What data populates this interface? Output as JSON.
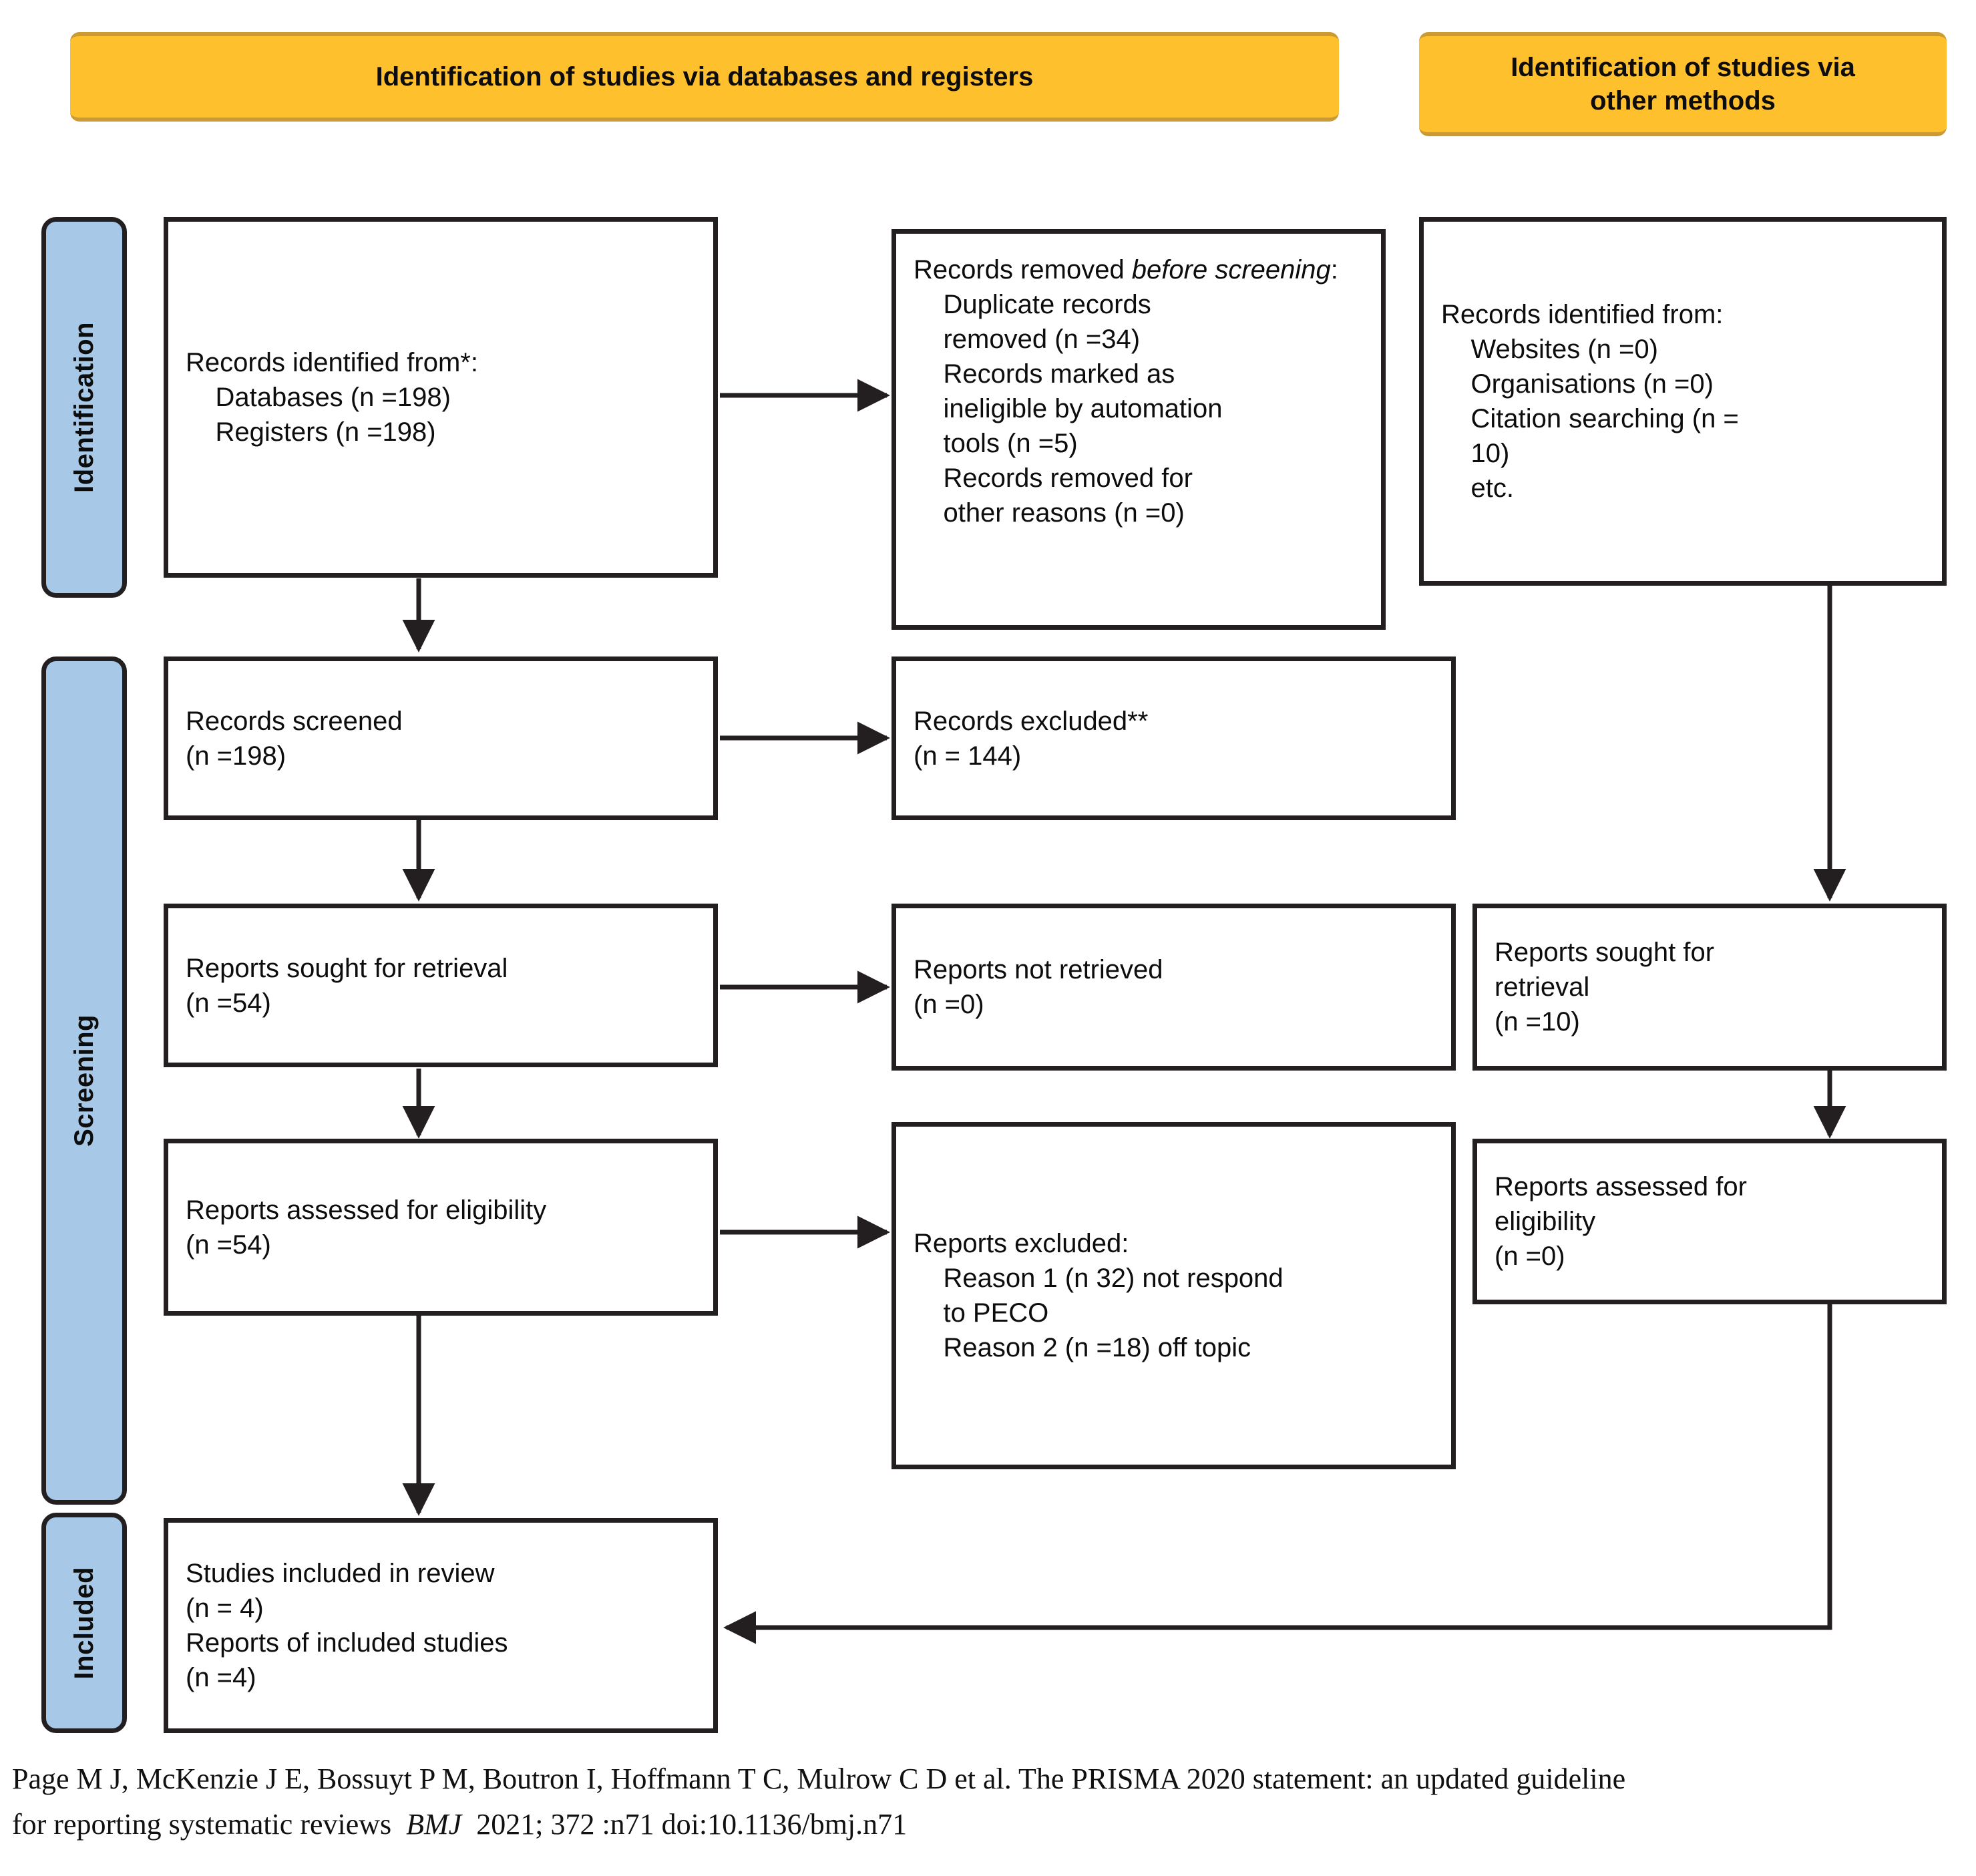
{
  "banners": {
    "databases": "Identification of studies via databases and registers",
    "other_methods": "Identification of studies via\nother methods"
  },
  "stages": [
    {
      "key": "identification",
      "label": "Identification"
    },
    {
      "key": "screening",
      "label": "Screening"
    },
    {
      "key": "included",
      "label": "Included"
    }
  ],
  "boxes": {
    "records_identified": {
      "title": "Records identified from*:",
      "lines": [
        "Databases (n =198)",
        "Registers (n =198)"
      ],
      "text": "Records identified from*:\n    Databases (n =198)\n    Registers (n =198)"
    },
    "records_removed": {
      "title_pre": "Records removed ",
      "title_italic": "before screening",
      "title_post": ":",
      "lines": [
        "Duplicate records removed (n =34)",
        "Records marked as ineligible by automation tools (n =5)",
        "Records removed for other reasons (n =0)"
      ],
      "text_after_title": "\n    Duplicate records\n    removed (n =34)\n    Records marked as\n    ineligible by automation\n    tools (n =5)\n    Records removed for\n    other reasons (n =0)"
    },
    "records_identified_other": {
      "title": "Records identified from:",
      "lines": [
        "Websites (n =0)",
        "Organisations (n =0)",
        "Citation searching (n = 10)",
        "etc."
      ],
      "text": "Records identified from:\n    Websites (n =0)\n    Organisations (n =0)\n    Citation searching (n =\n    10)\n    etc."
    },
    "records_screened": {
      "text": "Records screened\n(n =198)"
    },
    "records_excluded": {
      "text": "Records excluded**\n(n = 144)"
    },
    "reports_sought": {
      "text": "Reports sought for retrieval\n(n =54)"
    },
    "reports_not_retrieved": {
      "text": "Reports not retrieved\n(n =0)"
    },
    "reports_assessed": {
      "text": "Reports assessed for eligibility\n(n =54)"
    },
    "reports_excluded": {
      "text": "Reports excluded:\n    Reason 1 (n 32) not respond\n    to PECO\n    Reason 2 (n =18) off topic"
    },
    "reports_sought_other": {
      "text": "Reports sought for\nretrieval\n(n =10)"
    },
    "reports_assessed_other": {
      "text": "Reports assessed for\neligibility\n(n =0)"
    },
    "studies_included": {
      "text": "Studies included in review\n(n = 4)\nReports of included studies\n(n =4)"
    }
  },
  "citation": {
    "line1": "Page M J, McKenzie J E, Bossuyt P M, Boutron I, Hoffmann T C, Mulrow C D et al. The PRISMA 2020 statement: an updated guideline",
    "line2_pre": "for reporting systematic reviews  ",
    "line2_journal": "BMJ",
    "line2_post": "  2021; 372 :n71 doi:10.1136/bmj.n71"
  },
  "colors": {
    "banner_fill": "#FFC02E",
    "banner_edge": "#CC9A33",
    "stage_fill": "#A8C8E8",
    "stroke": "#231F20",
    "text": "#0d0d0d"
  }
}
